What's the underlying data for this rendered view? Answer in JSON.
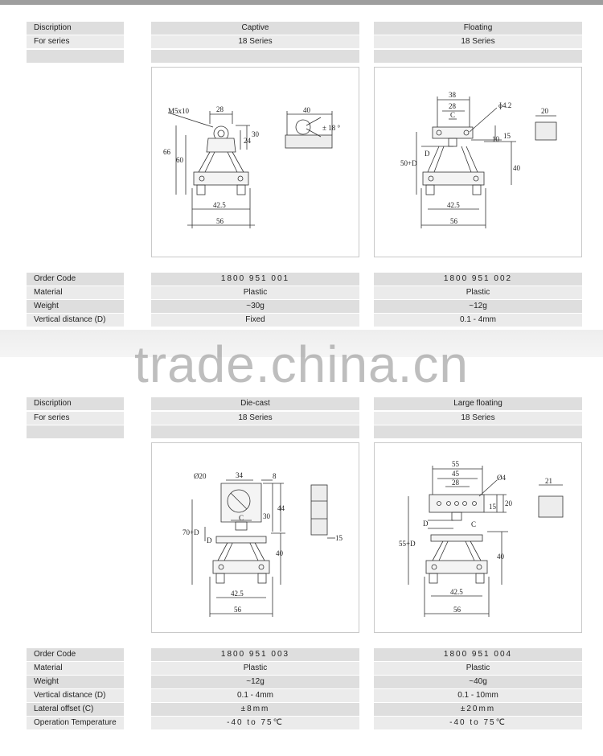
{
  "watermark": "trade.china.cn",
  "section1": {
    "header": {
      "discription_label": "Discription",
      "for_series_label": "For series",
      "col1": {
        "name": "Captive",
        "series": "18 Series"
      },
      "col2": {
        "name": "Floating",
        "series": "18 Series"
      }
    },
    "drawing1": {
      "labels": [
        "M5x10",
        "28",
        "30",
        "24",
        "66",
        "60",
        "42.5",
        "56",
        "40",
        "± 18 °"
      ]
    },
    "drawing2": {
      "labels": [
        "38",
        "28",
        "C",
        "ɸ4.2",
        "10",
        "15",
        "D",
        "50+D",
        "40",
        "42.5",
        "56",
        "20"
      ]
    },
    "specs": {
      "order_code_label": "Order Code",
      "material_label": "Material",
      "weight_label": "Weight",
      "vertical_label": "Vertical distance (D)",
      "col1": {
        "order_code": "1800 951 001",
        "material": "Plastic",
        "weight": "~30g",
        "vertical": "Fixed"
      },
      "col2": {
        "order_code": "1800 951 002",
        "material": "Plastic",
        "weight": "~12g",
        "vertical": "0.1 - 4mm"
      }
    }
  },
  "section2": {
    "header": {
      "discription_label": "Discription",
      "for_series_label": "For series",
      "col1": {
        "name": "Die-cast",
        "series": "18 Series"
      },
      "col2": {
        "name": "Large floating",
        "series": "18 Series"
      }
    },
    "drawing3": {
      "labels": [
        "Ø20",
        "34",
        "8",
        "44",
        "30",
        "C",
        "70+D",
        "D",
        "40",
        "42.5",
        "56",
        "15"
      ]
    },
    "drawing4": {
      "labels": [
        "55",
        "45",
        "28",
        "Ø4",
        "15",
        "20",
        "D",
        "C",
        "55+D",
        "40",
        "42.5",
        "56",
        "21"
      ]
    },
    "specs": {
      "order_code_label": "Order Code",
      "material_label": "Material",
      "weight_label": "Weight",
      "vertical_label": "Vertical distance (D)",
      "lateral_label": "Lateral offset (C)",
      "operation_label": "Operation Temperature",
      "col1": {
        "order_code": "1800 951 003",
        "material": "Plastic",
        "weight": "~12g",
        "vertical": "0.1 - 4mm",
        "lateral": "±8mm",
        "operation": "-40 to 75℃"
      },
      "col2": {
        "order_code": "1800 951 004",
        "material": "Plastic",
        "weight": "~40g",
        "vertical": "0.1 - 10mm",
        "lateral": "±20mm",
        "operation": "-40 to 75℃"
      }
    }
  }
}
